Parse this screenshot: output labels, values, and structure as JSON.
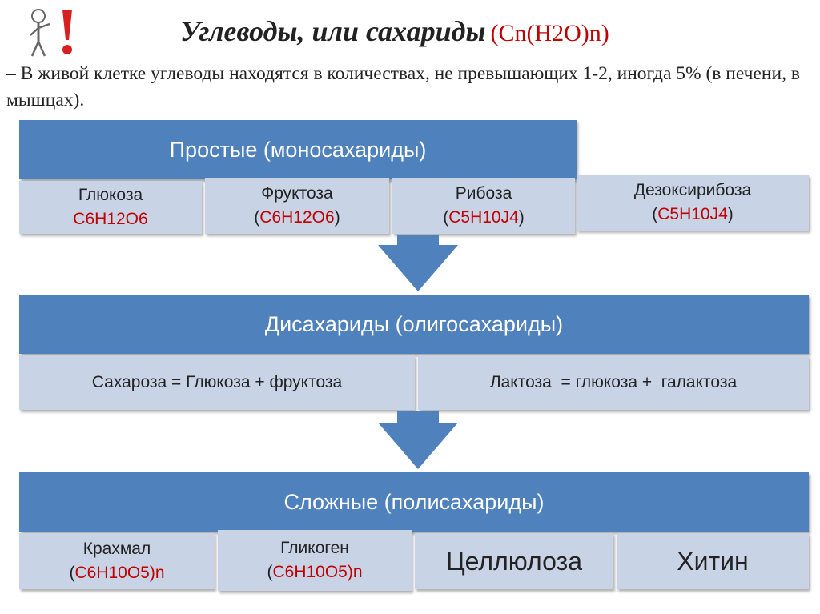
{
  "title": {
    "text": "Углеводы, или сахариды",
    "formula": "(Cn(H2O)n)"
  },
  "intro": "– В живой клетке углеводы находятся в количествах, не превышающих 1-2, иногда 5% (в печени, в мышцах).",
  "simple": {
    "header": "Простые (моносахариды)",
    "items": [
      {
        "name": "Глюкоза",
        "formula": "С6Н12О6"
      },
      {
        "name": "Фруктоза",
        "formula": "С6Н12О6"
      },
      {
        "name": "Рибоза",
        "formula": "С5Н10J4"
      },
      {
        "name": "Дезоксирибоза",
        "formula": "С5Н10J4"
      }
    ]
  },
  "di": {
    "header": "Дисахариды (олигосахариды)",
    "items": [
      "Сахароза = Глюкоза + фруктоза",
      "Лактоза  = глюкоза +  галактоза"
    ]
  },
  "complex": {
    "header": "Сложные (полисахариды)",
    "items": [
      {
        "name": "Крахмал",
        "formula": "С6Н10О5)n"
      },
      {
        "name": "Гликоген",
        "formula": "С6Н10О5)n"
      },
      {
        "name": "Целлюлоза"
      },
      {
        "name": "Хитин"
      }
    ]
  },
  "colors": {
    "header_bg": "#4f81bd",
    "cell_bg": "#c8d3e6",
    "formula": "#c00000"
  }
}
